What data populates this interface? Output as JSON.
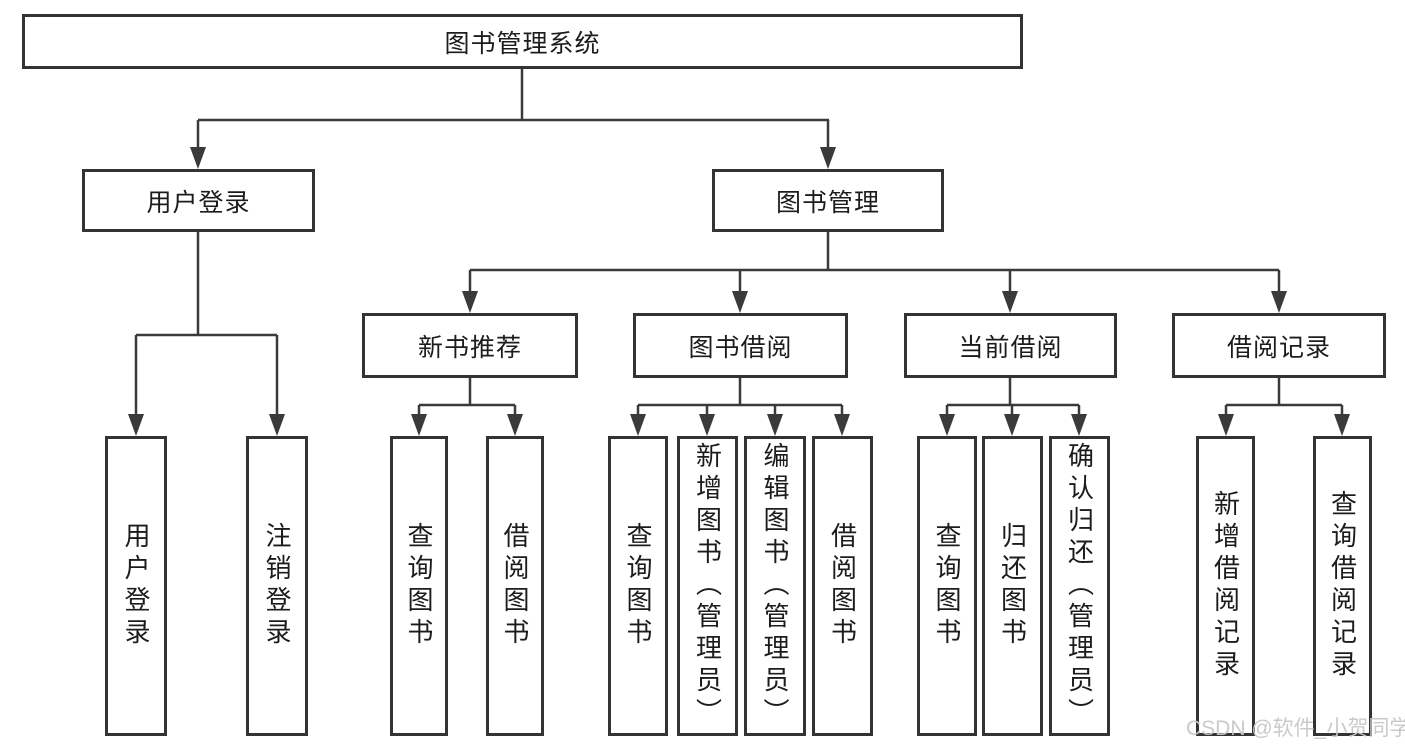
{
  "diagram": {
    "type": "hierarchy-tree",
    "tree": {
      "root": {
        "label": "图书管理系统"
      },
      "branches": [
        {
          "label": "用户登录",
          "children": [
            {
              "label": "用户登录"
            },
            {
              "label": "注销登录"
            }
          ]
        },
        {
          "label": "图书管理",
          "children": [
            {
              "label": "新书推荐",
              "children": [
                {
                  "label": "查询图书"
                },
                {
                  "label": "借阅图书"
                }
              ]
            },
            {
              "label": "图书借阅",
              "children": [
                {
                  "label": "查询图书"
                },
                {
                  "label": "新增图书（管理员）"
                },
                {
                  "label": "编辑图书（管理员）"
                },
                {
                  "label": "借阅图书"
                }
              ]
            },
            {
              "label": "当前借阅",
              "children": [
                {
                  "label": "查询图书"
                },
                {
                  "label": "归还图书"
                },
                {
                  "label": "确认归还（管理员）"
                }
              ]
            },
            {
              "label": "借阅记录",
              "children": [
                {
                  "label": "新增借阅记录"
                },
                {
                  "label": "查询借阅记录"
                }
              ]
            }
          ]
        }
      ]
    },
    "colors": {
      "line": "#3a3a3a",
      "box_border": "#333333",
      "text": "#1c1c1c",
      "background": "#ffffff",
      "watermark": "#c8c8c8"
    }
  },
  "watermark": {
    "text": "CSDN @软件_小贺同学"
  }
}
